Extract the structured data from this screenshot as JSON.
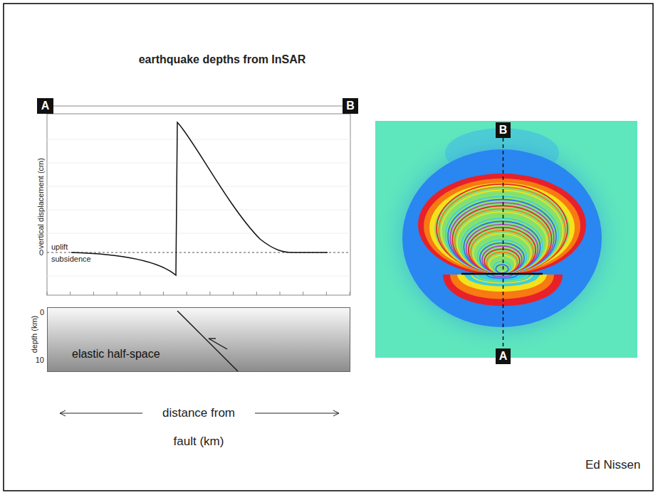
{
  "diagram": {
    "title": "earthquake depths from InSAR",
    "nodes": [
      {
        "text": [
          "A"
        ]
      },
      {
        "text": [
          "B"
        ]
      },
      {
        "text": [
          "elastic half-space"
        ]
      },
      {
        "text": [
          "B"
        ]
      },
      {
        "text": [
          "A"
        ]
      }
    ],
    "edges": [
      {
        "from": 0,
        "to": 1,
        "arrow": "none"
      },
      {
        "from": 3,
        "to": 4,
        "arrow": "none"
      }
    ],
    "labels": [
      "vertical displacement (cm)",
      "0",
      "uplift",
      "subsidence",
      "depth (km)",
      "0",
      "10",
      "distance from",
      "fault (km)",
      "Ed Nissen"
    ]
  }
}
